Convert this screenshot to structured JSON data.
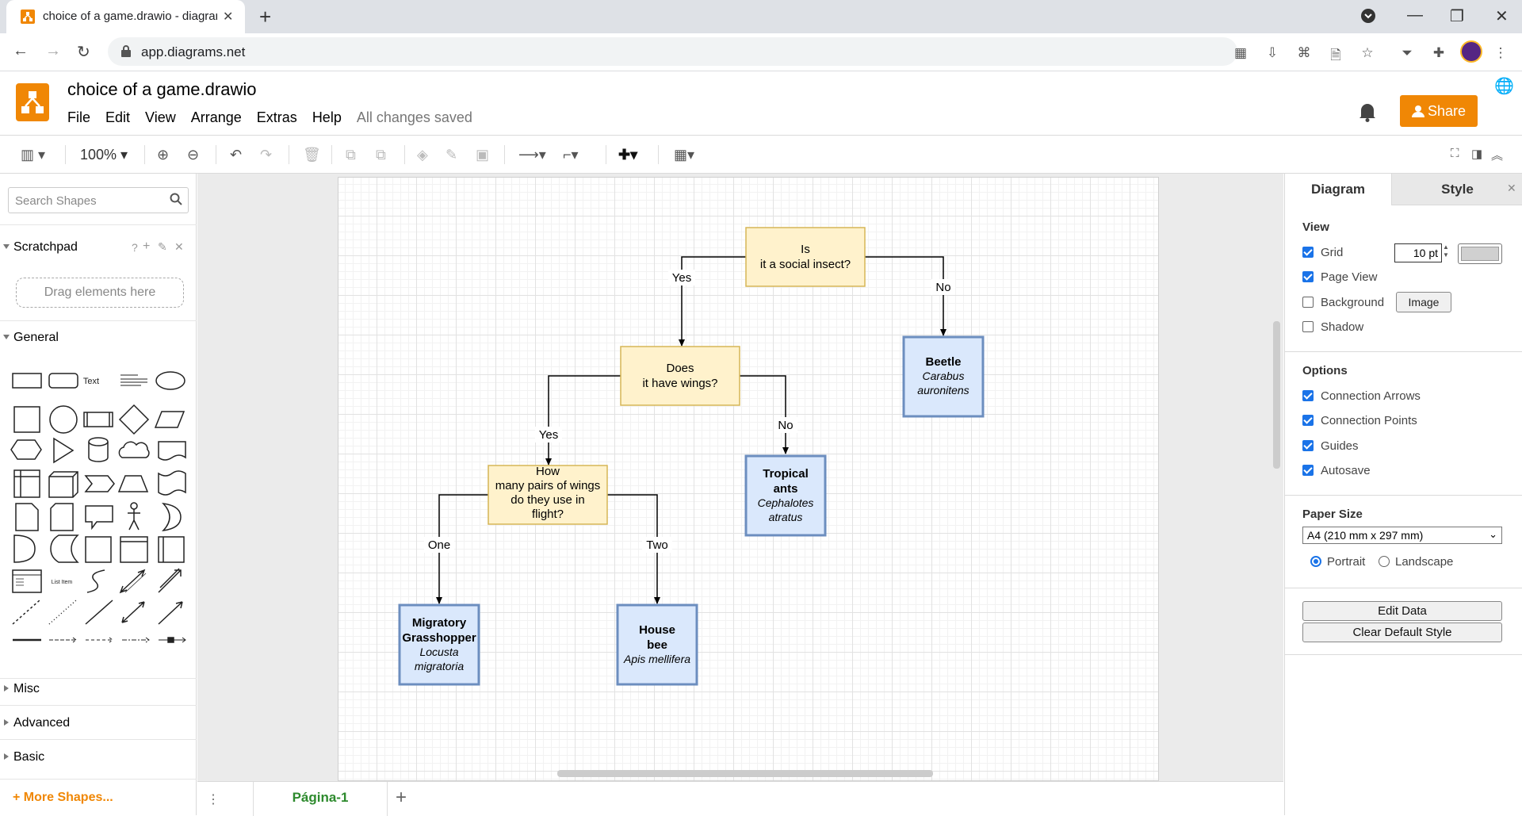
{
  "browser": {
    "tab_title": "choice of a game.drawio - diagrams.net",
    "url": "app.diagrams.net"
  },
  "app": {
    "doc_title": "choice of a game.drawio",
    "menu": [
      "File",
      "Edit",
      "View",
      "Arrange",
      "Extras",
      "Help"
    ],
    "save_status": "All changes saved",
    "share_label": "Share"
  },
  "toolbar": {
    "zoom": "100%"
  },
  "left_panel": {
    "search_placeholder": "Search Shapes",
    "scratchpad_title": "Scratchpad",
    "drag_hint": "Drag elements here",
    "sections": {
      "general": "General",
      "misc": "Misc",
      "advanced": "Advanced",
      "basic": "Basic"
    },
    "shape_text": "Text",
    "shape_list_item": "List Item",
    "more_shapes": "+ More Shapes..."
  },
  "diagram": {
    "q1": [
      "Is",
      "it a social insect?"
    ],
    "q2": [
      "Does",
      "it have wings?"
    ],
    "q3": [
      "How",
      "many pairs of wings",
      "do they use in",
      "flight?"
    ],
    "edge_yes": "Yes",
    "edge_no": "No",
    "edge_one": "One",
    "edge_two": "Two",
    "beetle": {
      "name": "Beetle",
      "latin1": "Carabus",
      "latin2": "auronitens"
    },
    "ants": {
      "name1": "Tropical",
      "name2": "ants",
      "latin1": "Cephalotes",
      "latin2": "atratus"
    },
    "grasshopper": {
      "name1": "Migratory",
      "name2": "Grasshopper",
      "latin1": "Locusta",
      "latin2": "migratoria"
    },
    "bee": {
      "name1": "House",
      "name2": "bee",
      "latin1": "Apis mellifera"
    }
  },
  "bottom": {
    "page_tab": "Página-1"
  },
  "right_panel": {
    "tab_diagram": "Diagram",
    "tab_style": "Style",
    "view_title": "View",
    "grid_label": "Grid",
    "grid_size": "10 pt",
    "page_view_label": "Page View",
    "background_label": "Background",
    "image_button": "Image",
    "shadow_label": "Shadow",
    "options_title": "Options",
    "connection_arrows": "Connection Arrows",
    "connection_points": "Connection Points",
    "guides": "Guides",
    "autosave": "Autosave",
    "paper_size_title": "Paper Size",
    "paper_size": "A4 (210 mm x 297 mm)",
    "portrait": "Portrait",
    "landscape": "Landscape",
    "edit_data": "Edit Data",
    "clear_default_style": "Clear Default Style"
  },
  "colors": {
    "accent": "#f08705",
    "question_fill": "#fff2cc",
    "question_stroke": "#d6b656",
    "answer_fill": "#dae8fc",
    "answer_stroke": "#6c8ebf",
    "page_tab_text": "#2d8a2d"
  }
}
